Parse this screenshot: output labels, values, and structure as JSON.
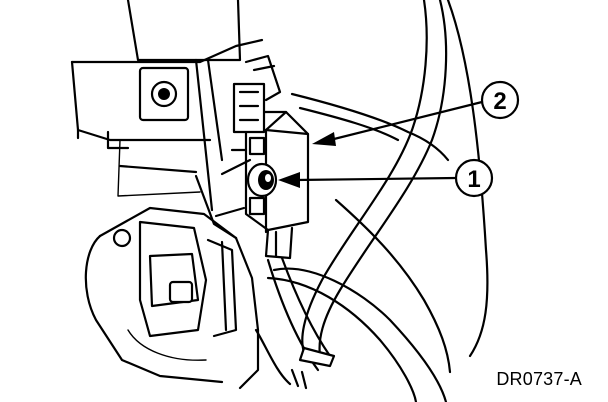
{
  "figure": {
    "code": "DR0737-A"
  },
  "callouts": [
    {
      "label": "1"
    },
    {
      "label": "2"
    }
  ],
  "colors": {
    "ink": "#000000",
    "paper": "#ffffff"
  }
}
